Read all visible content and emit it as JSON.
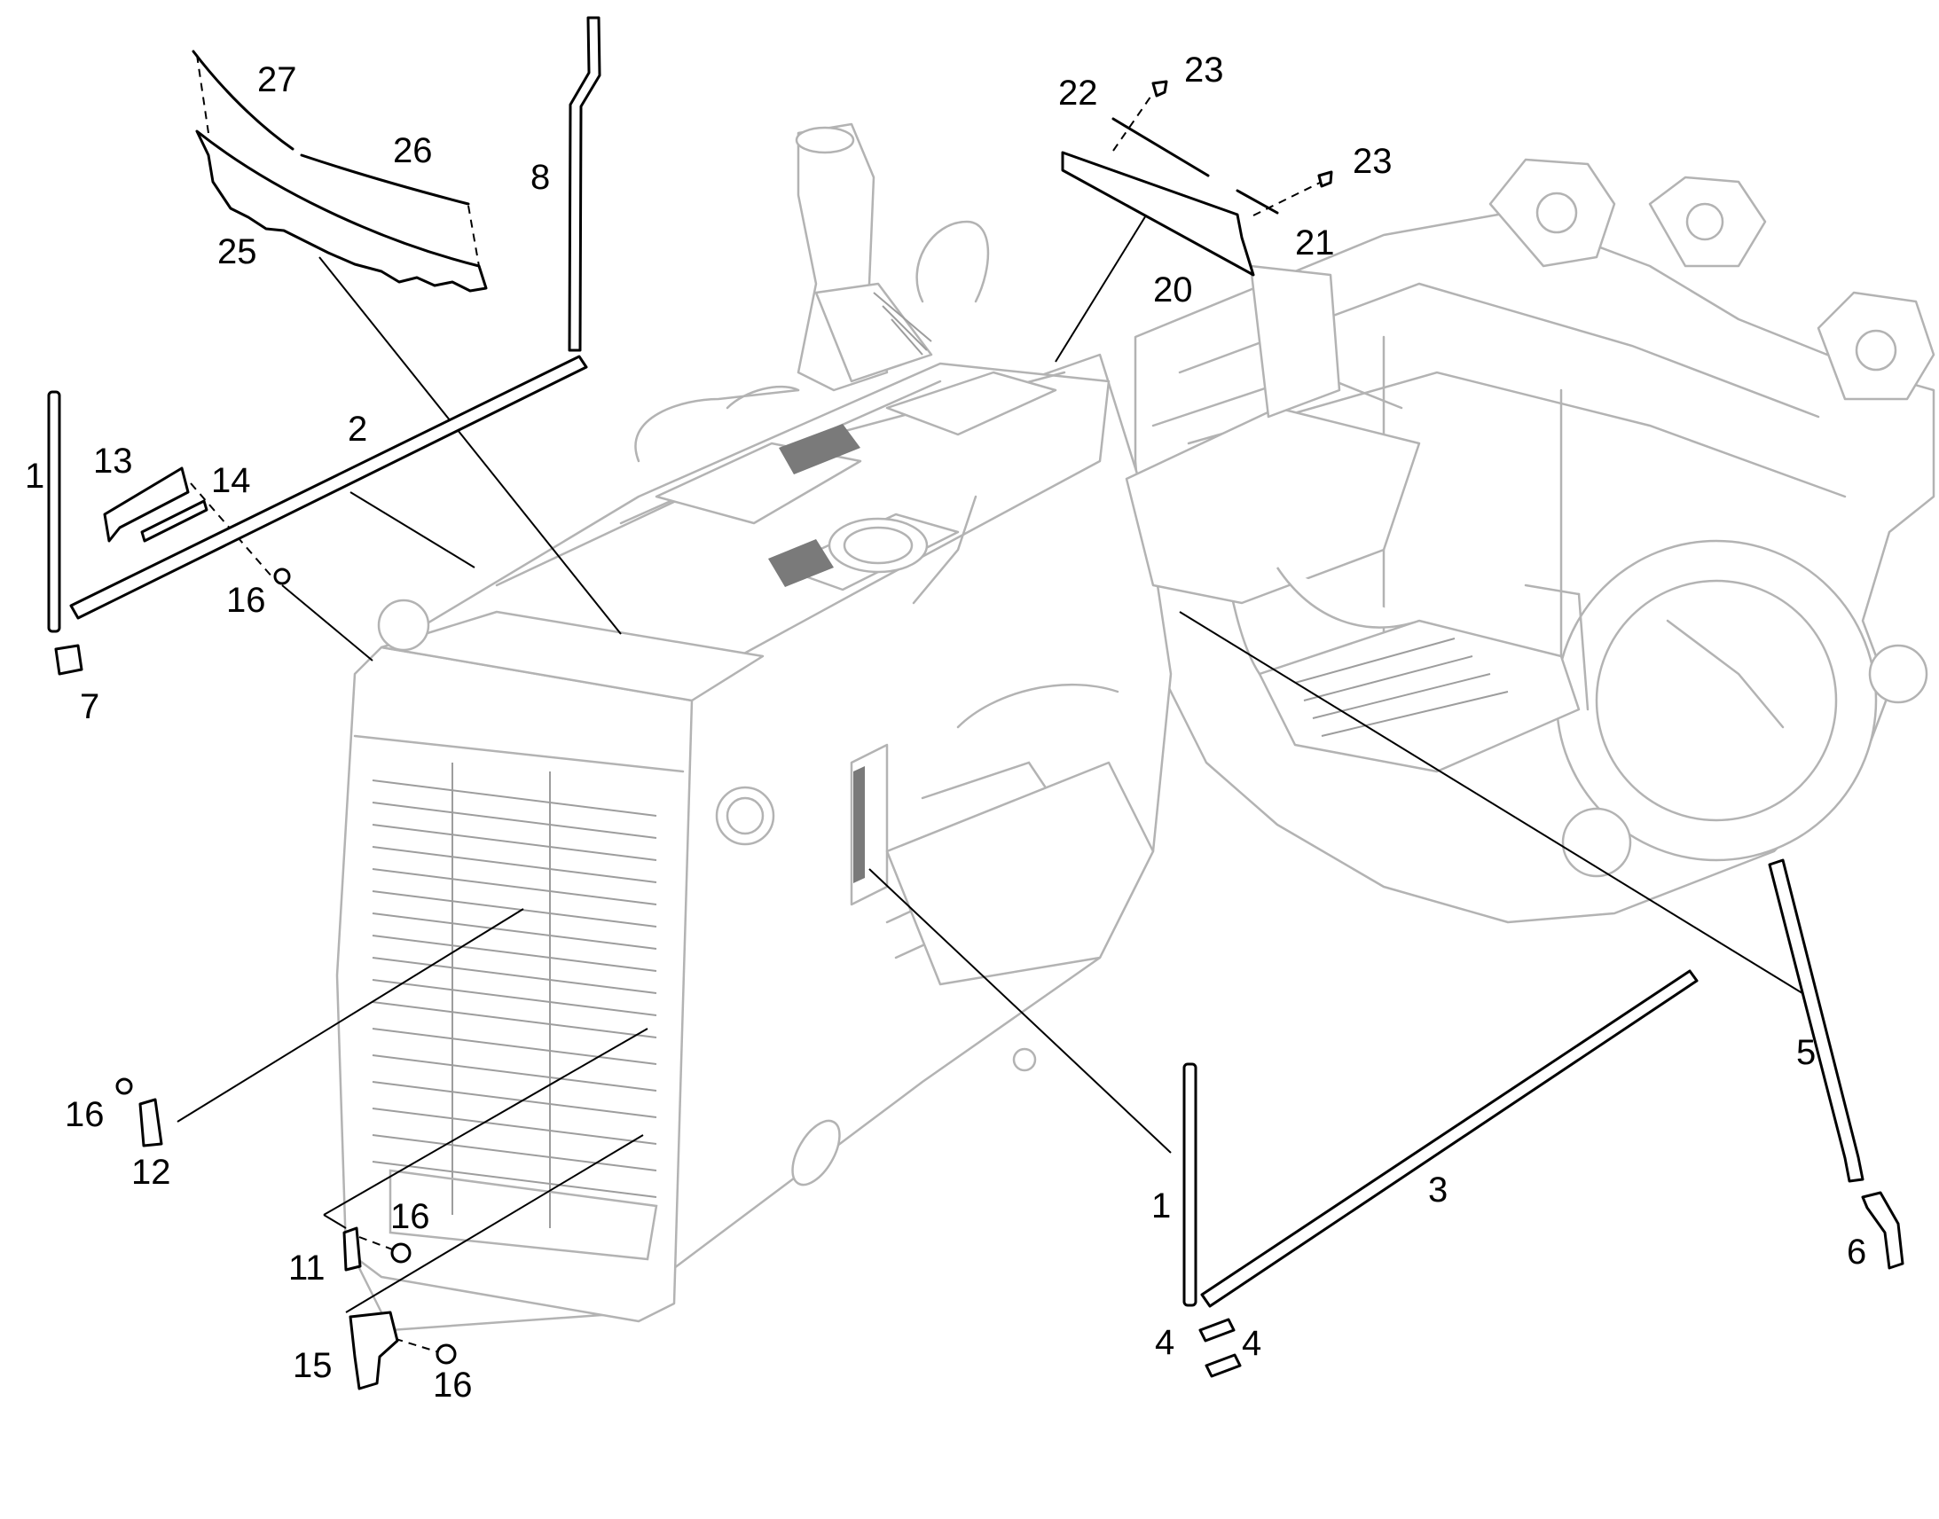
{
  "callouts": [
    {
      "id": "c1a",
      "text": "1"
    },
    {
      "id": "c1b",
      "text": "1"
    },
    {
      "id": "c2",
      "text": "2"
    },
    {
      "id": "c3",
      "text": "3"
    },
    {
      "id": "c4a",
      "text": "4"
    },
    {
      "id": "c4b",
      "text": "4"
    },
    {
      "id": "c5",
      "text": "5"
    },
    {
      "id": "c6",
      "text": "6"
    },
    {
      "id": "c7",
      "text": "7"
    },
    {
      "id": "c8",
      "text": "8"
    },
    {
      "id": "c11",
      "text": "11"
    },
    {
      "id": "c12",
      "text": "12"
    },
    {
      "id": "c13",
      "text": "13"
    },
    {
      "id": "c14",
      "text": "14"
    },
    {
      "id": "c15",
      "text": "15"
    },
    {
      "id": "c16a",
      "text": "16"
    },
    {
      "id": "c16b",
      "text": "16"
    },
    {
      "id": "c16c",
      "text": "16"
    },
    {
      "id": "c16d",
      "text": "16"
    },
    {
      "id": "c20",
      "text": "20"
    },
    {
      "id": "c21",
      "text": "21"
    },
    {
      "id": "c22",
      "text": "22"
    },
    {
      "id": "c23a",
      "text": "23"
    },
    {
      "id": "c23b",
      "text": "23"
    },
    {
      "id": "c25",
      "text": "25"
    },
    {
      "id": "c26",
      "text": "26"
    },
    {
      "id": "c27",
      "text": "27"
    }
  ],
  "colors": {
    "machine_outline": "#b3b3b3",
    "part_outline": "#000000",
    "background": "#ffffff"
  }
}
